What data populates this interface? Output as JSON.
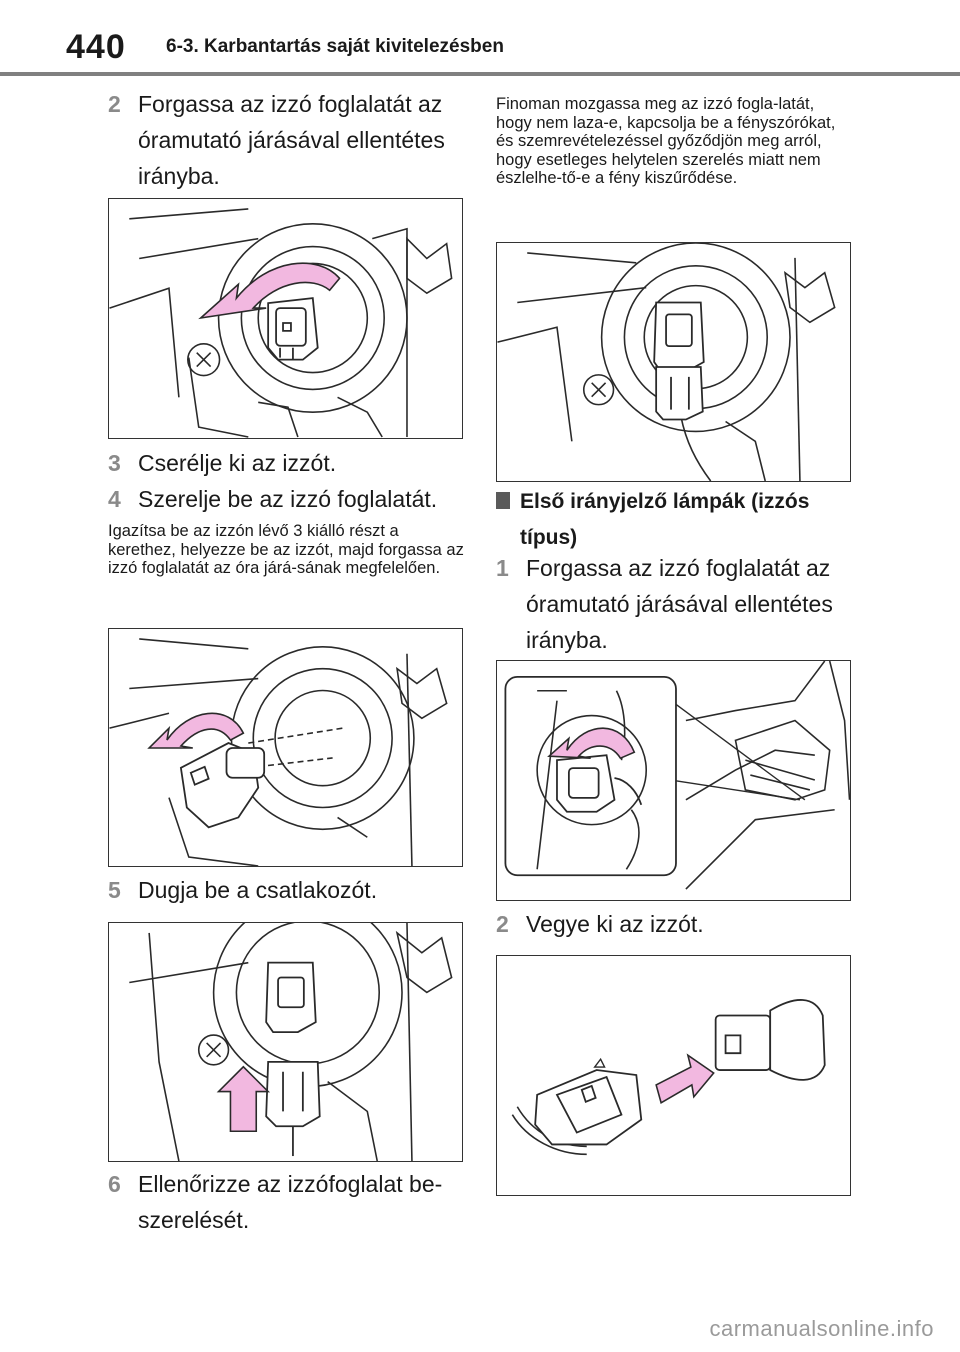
{
  "header": {
    "page_number": "440",
    "section_title": "6-3. Karbantartás saját kivitelezésben"
  },
  "left_column": {
    "step2": {
      "number": "2",
      "text": "Forgassa az izzó foglalatát az óramutató járásával ellentétes irányba."
    },
    "step3": {
      "number": "3",
      "text": "Cserélje ki az izzót."
    },
    "step4": {
      "number": "4",
      "text": "Szerelje be az izzó foglalatát."
    },
    "note4": "Igazítsa be az izzón lévő 3 kiálló részt a kerethez, helyezze be az izzót, majd forgassa az izzó foglalatát az óra járá-sának megfelelően.",
    "step5": {
      "number": "5",
      "text": "Dugja be a csatlakozót."
    },
    "step6": {
      "number": "6",
      "text": "Ellenőrizze az izzófoglalat be-szerelését."
    }
  },
  "right_column": {
    "note6": "Finoman mozgassa meg az izzó fogla-latát, hogy nem laza-e, kapcsolja be a fényszórókat, és szemrevételezéssel győződjön meg arról, hogy esetleges helytelen szerelés miatt nem észlelhe-tő-e a fény kiszűrődése.",
    "section_heading": "Első irányjelző lámpák (izzós típus)",
    "step1": {
      "number": "1",
      "text": "Forgassa az izzó foglalatát az óramutató járásával ellentétes irányba."
    },
    "step2": {
      "number": "2",
      "text": "Vegye ki az izzót."
    }
  },
  "footer": {
    "watermark": "carmanualsonline.info"
  },
  "colors": {
    "arrow_fill": "#f2b8e0",
    "arrow_stroke": "#2a2a2a",
    "step_number": "#8a8a8a",
    "header_rule": "#808080"
  }
}
